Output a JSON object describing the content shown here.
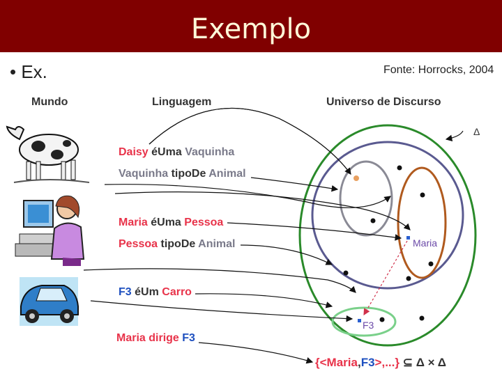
{
  "title": "Exemplo",
  "bullet": "• Ex.",
  "source": "Fonte: Horrocks, 2004",
  "headers": {
    "world": "Mundo",
    "language": "Linguagem",
    "universe": "Universo de Discurso"
  },
  "statements": {
    "s1": {
      "a": "Daisy",
      "b": "éUma",
      "c": "Vaquinha"
    },
    "s2": {
      "a": "Vaquinha",
      "b": "tipoDe",
      "c": "Animal"
    },
    "s3": {
      "a": "Maria",
      "b": "éUma",
      "c": "Pessoa"
    },
    "s4": {
      "a": "Pessoa",
      "b": "tipoDe",
      "c": "Animal"
    },
    "s5": {
      "a": "F3",
      "b": "éUm",
      "c": "Carro"
    },
    "s6": {
      "a": "Maria",
      "b": "dirige",
      "c": "F3"
    }
  },
  "set_expression": {
    "open": "{<",
    "maria": "Maria",
    "comma": ",",
    "f3": "F3",
    "close": ">,...}",
    "subset": "⊆",
    "delta1": "Δ",
    "times": "×",
    "delta2": "Δ"
  },
  "labels": {
    "delta": "Δ",
    "maria": "Maria",
    "f3": "F3"
  },
  "icons": {
    "world": [
      "cow-illustration",
      "person-at-computer-illustration",
      "car-illustration"
    ]
  }
}
